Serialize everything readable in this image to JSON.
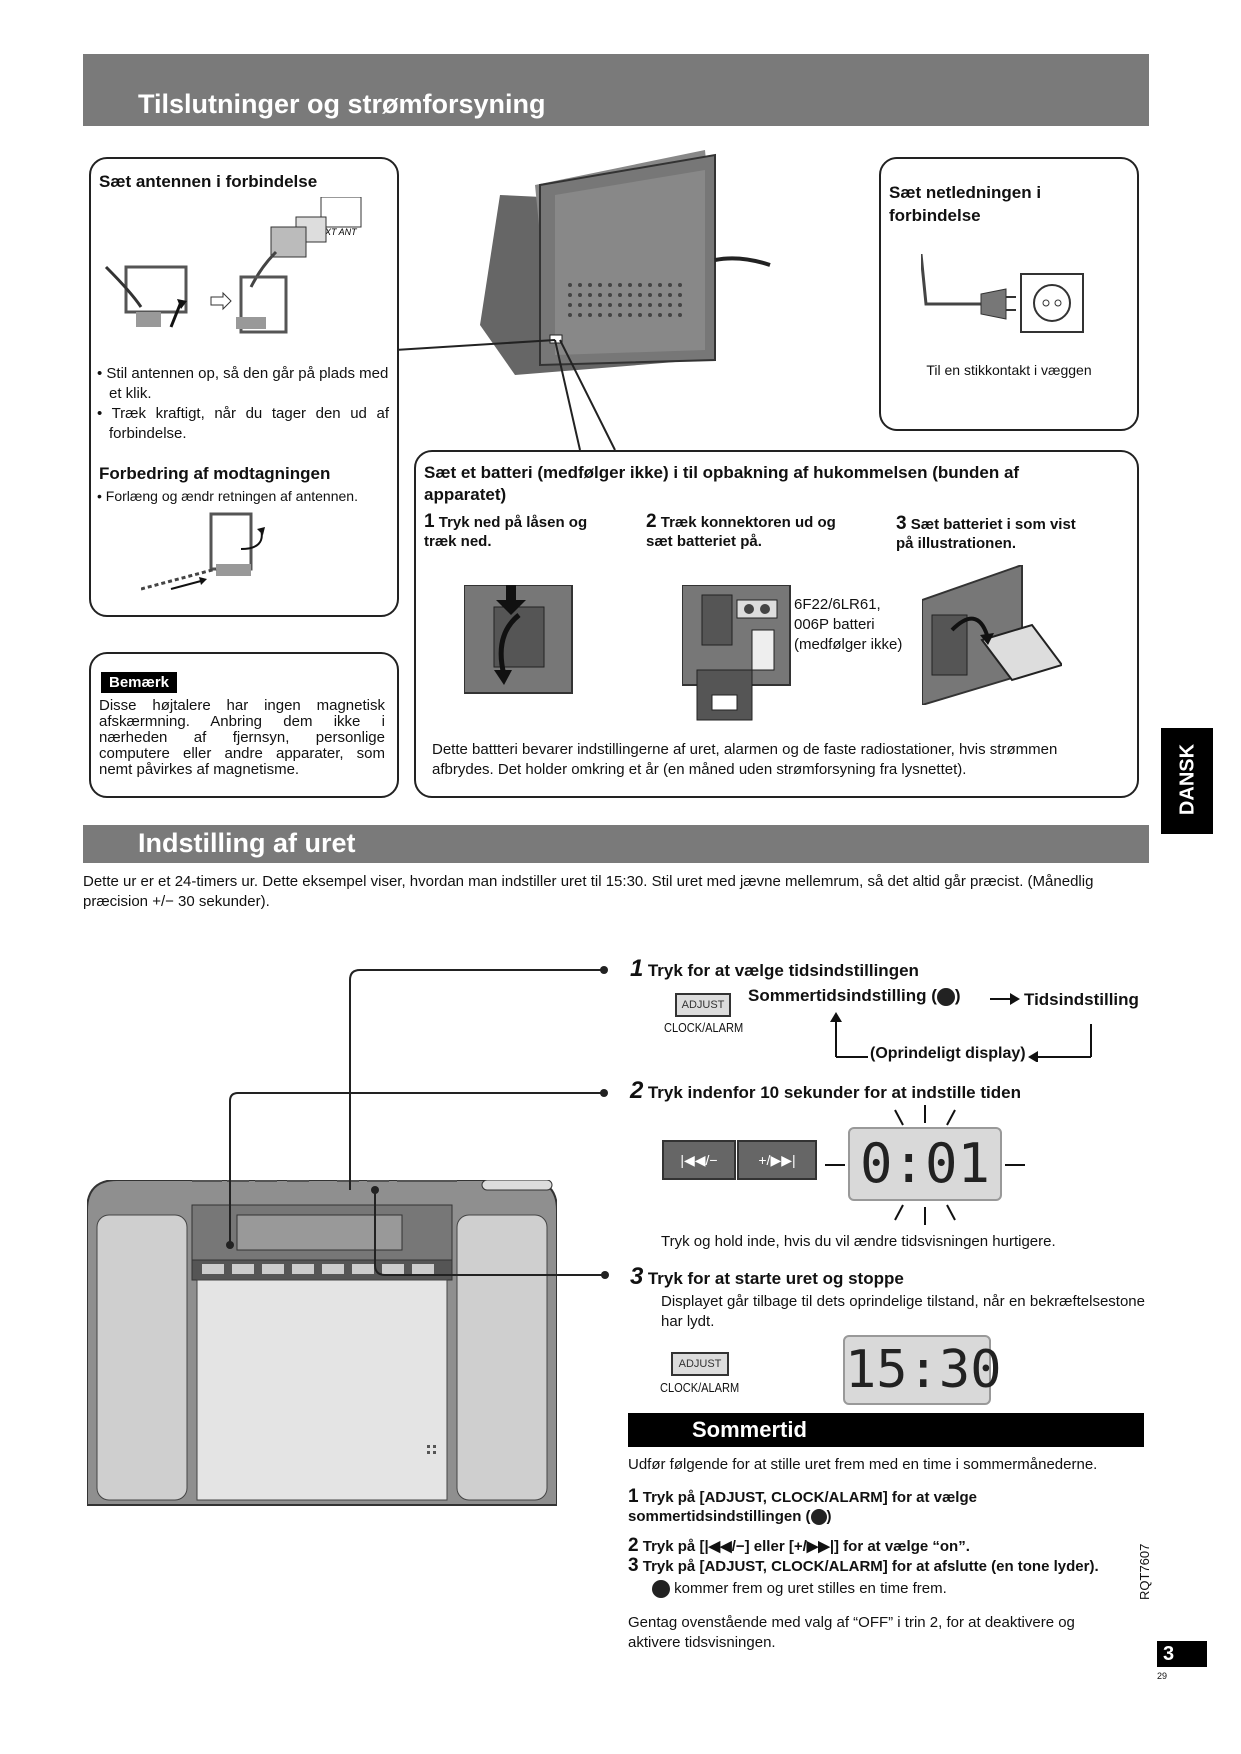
{
  "section1": {
    "title": "Tilslutninger og strømforsyning",
    "antenna": {
      "title": "Sæt antennen i forbindelse",
      "ext_ant": "EXT ANT",
      "bullets": [
        "Stil antennen op, så den går på plads med et klik.",
        "Træk kraftigt, når du tager den ud af forbindelse."
      ],
      "improve_title": "Forbedring af modtagningen",
      "improve_bullet": "Forlæng og ændr retningen af antennen."
    },
    "power": {
      "title": "Sæt netledningen i forbindelse",
      "caption": "Til en stikkontakt i væggen"
    },
    "note": {
      "label": "Bemærk",
      "text": "Disse højtalere har ingen magnetisk afskærmning. Anbring dem ikke i nærheden af fjernsyn, personlige computere eller andre apparater, som nemt påvirkes af magnetisme."
    },
    "battery": {
      "title": "Sæt et batteri (medfølger ikke) i til opbakning af hukommelsen (bunden af apparatet)",
      "steps": [
        {
          "num": "1",
          "text": "Tryk ned på låsen og træk ned."
        },
        {
          "num": "2",
          "text": "Træk konnektoren ud og sæt batteriet på."
        },
        {
          "num": "3",
          "text": "Sæt batteriet i som vist på illustrationen."
        }
      ],
      "battery_label": [
        "6F22/6LR61,",
        "006P batteri",
        "(medfølger ikke)"
      ],
      "footer": "Dette battteri bevarer indstillingerne af uret, alarmen og de faste radiostationer, hvis strømmen afbrydes. Det holder omkring et år (en måned uden strømforsyning fra lysnettet)."
    }
  },
  "side_tab": "DANSK",
  "section2": {
    "title": "Indstilling af uret",
    "intro": "Dette ur er et 24-timers ur. Dette eksempel viser, hvordan man indstiller uret til 15:30. Stil uret med jævne mellemrum, så det altid går præcist. (Månedlig præcision +/− 30 sekunder).",
    "step1": {
      "num": "1",
      "text": "Tryk for at vælge tidsindstillingen",
      "button": "ADJUST",
      "button_sub": "CLOCK/ALARM",
      "flow_a": "Sommertidsindstilling (",
      "flow_b": "Tidsindstilling",
      "flow_c": "(Oprindeligt display)"
    },
    "step2": {
      "num": "2",
      "text": "Tryk indenfor 10 sekunder for at indstille tiden",
      "btn_prev": "|◀◀/−",
      "btn_next": "+/▶▶|",
      "display": "0:01",
      "caption": "Tryk og hold inde, hvis du vil ændre tidsvisningen hurtigere."
    },
    "step3": {
      "num": "3",
      "text": "Tryk for at starte uret og stoppe",
      "desc": "Displayet går tilbage til dets oprindelige tilstand, når en bekræftelsestone har lydt.",
      "button": "ADJUST",
      "button_sub": "CLOCK/ALARM",
      "display": "15:30"
    }
  },
  "summer": {
    "title": "Sommertid",
    "intro": "Udfør følgende for at stille uret frem med en time i sommermånederne.",
    "steps": [
      {
        "num": "1",
        "text": "Tryk på [ADJUST, CLOCK/ALARM] for at vælge sommertidsindstillingen ("
      },
      {
        "num": "2",
        "text": "Tryk på [|◀◀/−] eller [+/▶▶|] for at vælge “on”."
      },
      {
        "num": "3",
        "text": "Tryk på [ADJUST, CLOCK/ALARM] for at afslutte (en tone lyder)."
      }
    ],
    "step3_sub": "kommer frem og uret stilles en time frem.",
    "footer": "Gentag ovenstående med valg af “OFF” i trin 2, for at deaktivere og aktivere tidsvisningen."
  },
  "model": "RQT7607",
  "page_num": "3",
  "page_small": "29"
}
